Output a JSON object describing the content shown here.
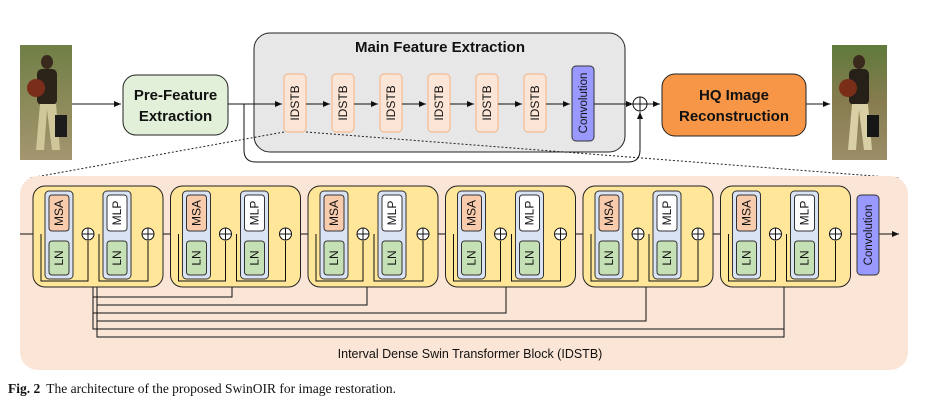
{
  "top": {
    "main_title": "Main Feature Extraction",
    "pre_feature": [
      "Pre-Feature",
      "Extraction"
    ],
    "idstb_labels": [
      "IDSTB",
      "IDSTB",
      "IDSTB",
      "IDSTB",
      "IDSTB",
      "IDSTB"
    ],
    "convolution": "Convolution",
    "hq_recon": [
      "HQ Image",
      "Reconstruction"
    ]
  },
  "detail": {
    "msa_label": "MSA",
    "mlp_label": "MLP",
    "ln_label": "LN",
    "convolution": "Convolution",
    "group_count": 6,
    "title": "Interval Dense Swin Transformer Block (IDSTB)"
  },
  "colors": {
    "pre_feature_fill": "#e2f0d9",
    "main_fill": "#e7e7e7",
    "idstb_fill": "#fbe5d6",
    "idstb_stroke": "#f4b183",
    "conv_fill": "#9999ff",
    "hq_fill": "#f79646",
    "detail_bg": "#fbe5d6",
    "group_fill": "#ffe699",
    "msa_fill": "#f8cbad",
    "ln_fill": "#c5e0b4",
    "sub_panel_fill": "#dae3f3"
  },
  "caption": {
    "label": "Fig. 2",
    "text": "The architecture of the proposed SwinOIR for image restoration."
  }
}
